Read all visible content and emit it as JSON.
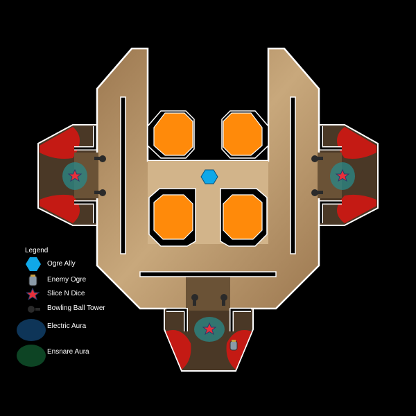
{
  "legend": {
    "title": "Legend",
    "items": [
      {
        "label": "Ogre Ally",
        "icon": "hexagon-icon",
        "color": "#10a8e8"
      },
      {
        "label": "Enemy Ogre",
        "icon": "enemy-ogre-icon",
        "color": "#8a9aa8"
      },
      {
        "label": "Slice N Dice",
        "icon": "red-star-icon",
        "color": "#e8303a"
      },
      {
        "label": "Bowling Ball Tower",
        "icon": "bowling-ball-tower-icon",
        "color": "#2a2a2a"
      },
      {
        "label": "Electric Aura",
        "icon": "blue-aura-icon",
        "color": "#0e3558"
      },
      {
        "label": "Ensnare Aura",
        "icon": "green-aura-icon",
        "color": "#0d4424"
      }
    ]
  },
  "colors": {
    "floor": "#b89468",
    "floor_light": "#d2b48a",
    "wing": "#4a3826",
    "wall": "#ffffff",
    "pit": "#ff8a0a",
    "spawn": "#c41a14"
  }
}
